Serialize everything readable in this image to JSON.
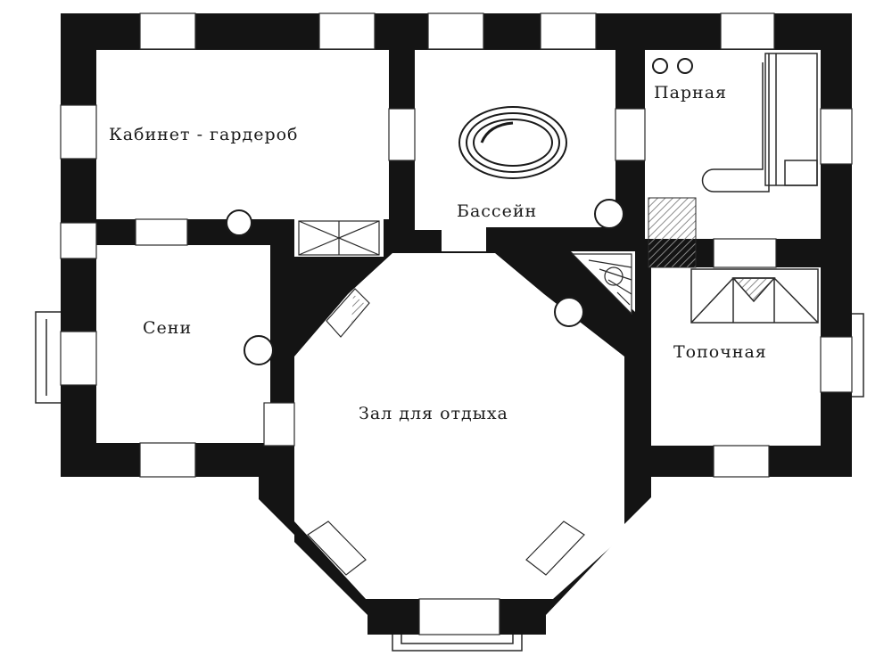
{
  "rooms": {
    "kabinet": "Кабинет - гардероб",
    "bassein": "Бассейн",
    "parnaya": "Парная",
    "seni": "Сени",
    "topochnaya": "Топочная",
    "zal": "Зал для отдыха"
  },
  "colors": {
    "wall": "#141414",
    "paper": "#ffffff",
    "line": "#2a2a2a",
    "hatch": "#9a9a9a"
  }
}
